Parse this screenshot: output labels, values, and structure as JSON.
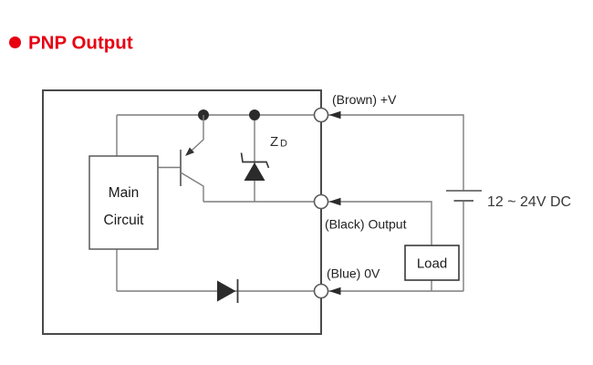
{
  "title": {
    "text": "PNP Output",
    "accent_color": "#e60012"
  },
  "diagram": {
    "sensor": {
      "main_circuit_line1": "Main",
      "main_circuit_line2": "Circuit",
      "zener_label": "Z",
      "zener_label_sub": "D"
    },
    "terminals": {
      "brown_label": "(Brown) +V",
      "black_label": "(Black) Output",
      "blue_label": "(Blue) 0V"
    },
    "power": {
      "supply_label": "12 ~ 24V DC",
      "load_label": "Load"
    },
    "colors": {
      "accent_red": "#e60012",
      "wire_gray": "#7d7d7d",
      "symbol_dark": "#2b2b2b",
      "outline_dark": "#4a4a4a"
    }
  }
}
